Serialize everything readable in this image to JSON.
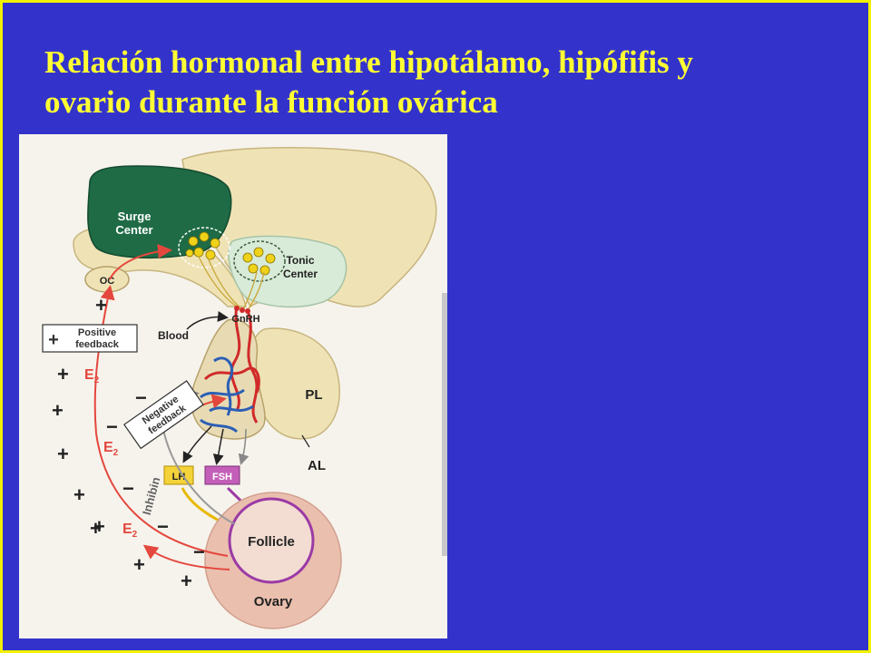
{
  "slide": {
    "title_line1": "Relación hormonal entre hipotálamo, hipófifis y",
    "title_line2": "ovario durante la función ovárica"
  },
  "diagram": {
    "surge_center_line1": "Surge",
    "surge_center_line2": "Center",
    "tonic_center_line1": "Tonic",
    "tonic_center_line2": "Center",
    "oc": "OC",
    "gnrh": "GnRH",
    "blood": "Blood",
    "pl": "PL",
    "al": "AL",
    "lh": "LH",
    "fsh": "FSH",
    "follicle": "Follicle",
    "ovary": "Ovary",
    "inhibin": "Inhibin",
    "positive_feedback_line1": "Positive",
    "positive_feedback_line2": "feedback",
    "negative_feedback_line1": "Negative",
    "negative_feedback_line2": "feedback",
    "estradiol": "E",
    "estradiol_subscript": "2",
    "plus": "+",
    "minus": "−"
  },
  "colors": {
    "background": "#3333cc",
    "border": "#f2f200",
    "title": "#ffff33",
    "surge_center": "#1e6b45",
    "tonic_center": "#d8ead8",
    "brain_tissue": "#efe3b6",
    "ovary": "#eabfae",
    "follicle_ring": "#9b3aa6",
    "lh_box": "#f4d23a",
    "fsh_box": "#c35fb8",
    "estradiol_arrow": "#e4473d",
    "artery": "#d12a2a",
    "vein": "#2c5fb5"
  }
}
